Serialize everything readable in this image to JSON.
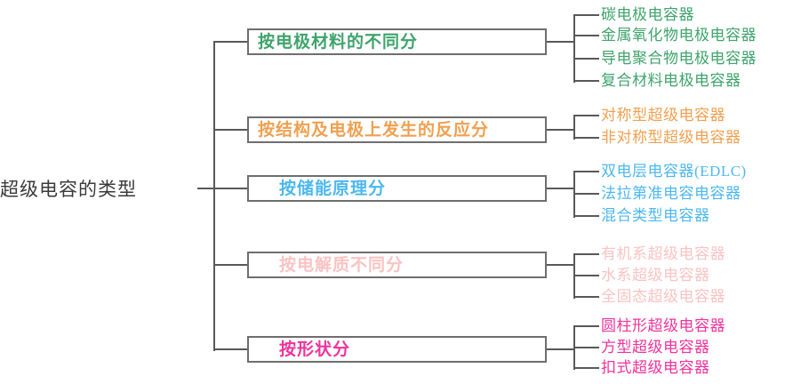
{
  "diagram": {
    "root": {
      "label": "超级电容的类型"
    },
    "line_color": "#595959",
    "box_border_color": "#6e6e6e",
    "branches": [
      {
        "label": "按电极材料的不同分",
        "color": "#3fa46c",
        "indent": false,
        "leaves": [
          "碳电极电容器",
          "金属氧化物电极电容器",
          "导电聚合物电极电容器",
          "复合材料电极电容器"
        ]
      },
      {
        "label": "按结构及电极上发生的反应分",
        "color": "#f0a050",
        "indent": false,
        "leaves": [
          "对称型超级电容器",
          "非对称型超级电容器"
        ]
      },
      {
        "label": "按储能原理分",
        "color": "#4db8f0",
        "indent": true,
        "leaves": [
          "双电层电容器(EDLC)",
          "法拉第准电容电容器",
          "混合类型电容器"
        ]
      },
      {
        "label": "按电解质不同分",
        "color": "#fbc3c3",
        "indent": true,
        "leaves": [
          "有机系超级电容器",
          "水系超级电容器",
          "全固态超级电容器"
        ]
      },
      {
        "label": "按形状分",
        "color": "#f0339c",
        "indent": true,
        "leaves": [
          "圆柱形超级电容器",
          "方型超级电容器",
          "扣式超级电容器"
        ]
      }
    ]
  }
}
